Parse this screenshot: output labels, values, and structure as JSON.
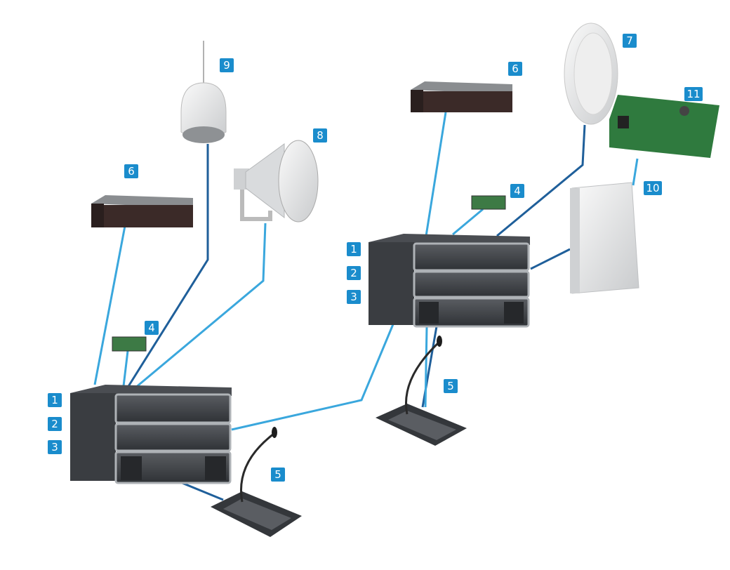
{
  "badges": {
    "left_1": "1",
    "left_2": "2",
    "left_3": "3",
    "left_4": "4",
    "left_5": "5",
    "left_6": "6",
    "left_8": "8",
    "left_9": "9",
    "right_1": "1",
    "right_2": "2",
    "right_3": "3",
    "right_4": "4",
    "right_5": "5",
    "right_6": "6",
    "right_7": "7",
    "right_10": "10",
    "right_11": "11"
  },
  "colors": {
    "badge": "#1a8ccc",
    "cable_light": "#3aa7dd",
    "cable_dark": "#1f5f9a"
  }
}
